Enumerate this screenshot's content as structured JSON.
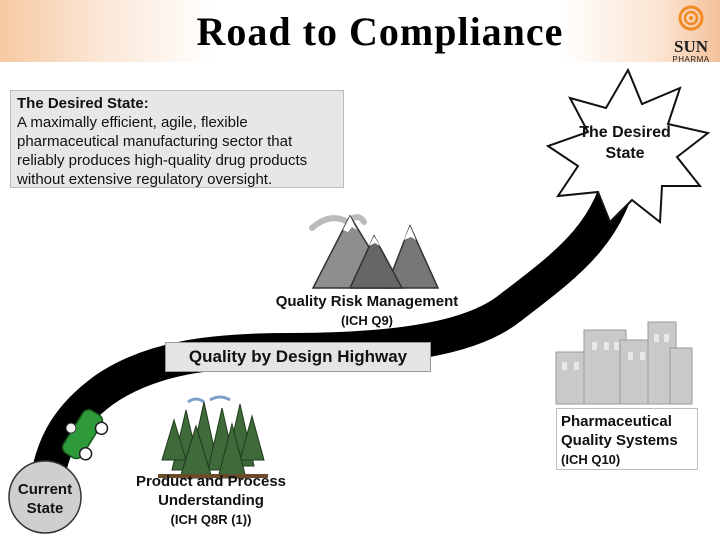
{
  "title": "Road to Compliance",
  "logo": {
    "brand": "SUN",
    "sub": "PHARMA"
  },
  "desired_box": {
    "heading": "The Desired State:",
    "lines": [
      "A maximally efficient, agile, flexible",
      "pharmaceutical manufacturing sector that",
      "reliably produces high-quality drug products",
      "without extensive regulatory oversight."
    ]
  },
  "goal": {
    "line1": "The Desired",
    "line2": "State"
  },
  "start": {
    "line1": "Current",
    "line2": "State"
  },
  "highway": "Quality by Design Highway",
  "qrm": {
    "label": "Quality Risk Management",
    "code": "(ICH Q9)"
  },
  "ppu": {
    "line1": "Product and Process",
    "line2": "Understanding",
    "code": "(ICH Q8R (1))"
  },
  "pqs": {
    "line1": "Pharmaceutical",
    "line2": "Quality Systems",
    "code": "(ICH Q10)"
  },
  "colors": {
    "road": "#000000",
    "car": "#2e9a3a",
    "trees": "#3f6b3a",
    "box_bg": "#e7e7e7",
    "header_accent": "#f3c19a"
  }
}
